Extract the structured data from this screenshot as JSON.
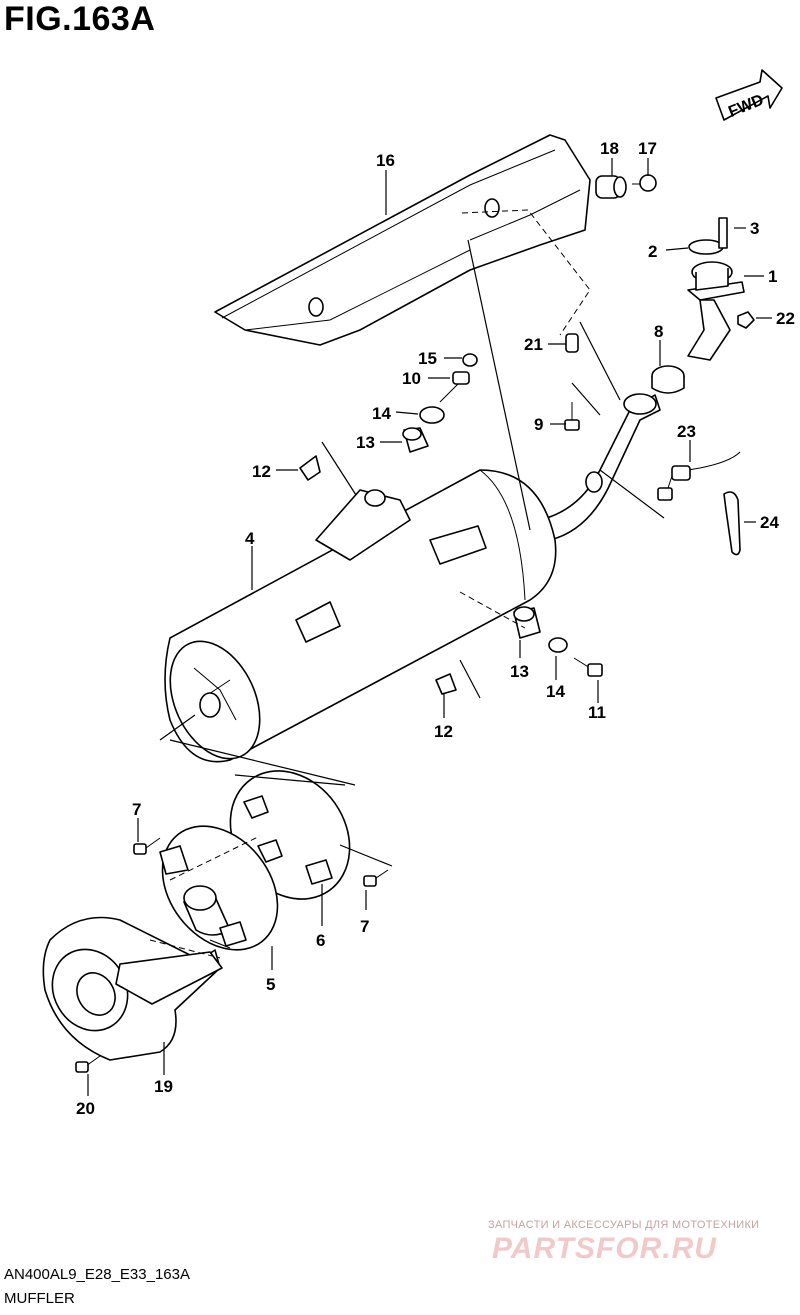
{
  "figure": {
    "title": "FIG.163A"
  },
  "fwd_label": "FWD",
  "callouts": {
    "c1": "1",
    "c2": "2",
    "c3": "3",
    "c4": "4",
    "c5": "5",
    "c6": "6",
    "c7a": "7",
    "c7b": "7",
    "c8": "8",
    "c9": "9",
    "c10": "10",
    "c11": "11",
    "c12a": "12",
    "c12b": "12",
    "c13a": "13",
    "c13b": "13",
    "c14a": "14",
    "c14b": "14",
    "c15": "15",
    "c16": "16",
    "c17": "17",
    "c18": "18",
    "c19": "19",
    "c20": "20",
    "c21": "21",
    "c22": "22",
    "c23": "23",
    "c24": "24"
  },
  "watermark": {
    "tagline": "ЗАПЧАСТИ И АКСЕССУАРЫ ДЛЯ МОТОТЕХНИКИ",
    "logo": "PARTSFOR.RU"
  },
  "footer": {
    "code": "AN400AL9_E28_E33_163A",
    "name": "MUFFLER"
  }
}
